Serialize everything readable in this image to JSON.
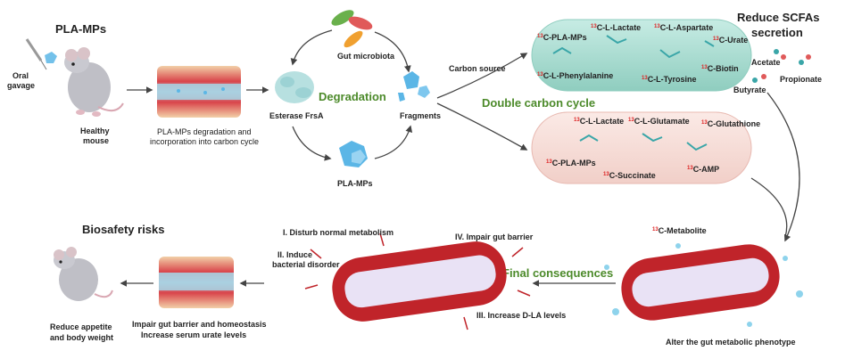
{
  "colors": {
    "arrow": "#444444",
    "green_label": "#4c8a2a",
    "isotope_red": "#dd2222",
    "gut_wall": "#c0242a",
    "teal_cell": "#9fd8cf",
    "pink_cell": "#f6d9d6",
    "mp_blue": "#5bb6e6"
  },
  "icons": [
    "mouse-icon",
    "syringe-icon",
    "microplastic-icon",
    "enzyme-icon",
    "bacteria-icon",
    "fragment-icon",
    "gut-segment-icon",
    "molecule-icon"
  ],
  "top_left": {
    "title": "PLA-MPs",
    "oral": "Oral",
    "gavage": "gavage",
    "healthy": "Healthy",
    "mouse": "mouse",
    "gut_caption_1": "PLA-MPs degradation and",
    "gut_caption_2": "incorporation into carbon cycle"
  },
  "degradation": {
    "label": "Degradation",
    "microbiota": "Gut microbiota",
    "esterase": "Esterase FrsA",
    "fragments": "Fragments",
    "plamps": "PLA-MPs"
  },
  "carbon_cycle": {
    "carbon_source": "Carbon source",
    "double_cycle": "Double carbon cycle",
    "reduce_1": "Reduce SCFAs",
    "reduce_2": "secretion",
    "acetate": "Acetate",
    "propionate": "Propionate",
    "butyrate": "Butyrate",
    "iso": "13",
    "upper": {
      "plamps": "C-PLA-MPs",
      "lactate": "C-L-Lactate",
      "aspartate": "C-L-Aspartate",
      "urate": "C-Urate",
      "phenyl": "C-L-Phenylalanine",
      "tyrosine": "C-L-Tyrosine",
      "biotin": "C-Biotin"
    },
    "lower": {
      "lactate": "C-L-Lactate",
      "glutamate": "C-L-Glutamate",
      "glutathione": "C-Glutathione",
      "plamps": "C-PLA-MPs",
      "succinate": "C-Succinate",
      "amp": "C-AMP"
    }
  },
  "bottom": {
    "biosafety": "Biosafety risks",
    "reduce_1": "Reduce appetite",
    "reduce_2": "and body weight",
    "impair_1": "Impair gut barrier and homeostasis",
    "impair_2": "Increase serum urate levels",
    "risk1": "I. Disturb normal metabolism",
    "risk2a": "II. Induce",
    "risk2b": "bacterial disorder",
    "risk3": "III. Increase D-LA levels",
    "risk4": "IV. Impair gut barrier",
    "final": "Final consequences",
    "metabolite": "C-Metabolite",
    "alter": "Alter the gut metabolic phenotype"
  }
}
